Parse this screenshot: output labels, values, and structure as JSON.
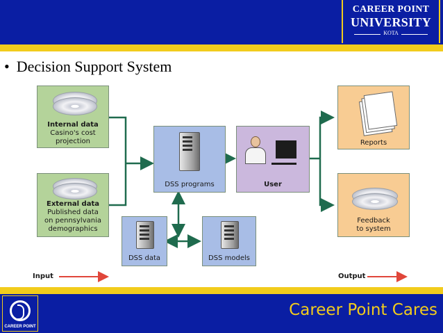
{
  "header": {
    "university_line1": "CAREER POINT",
    "university_line2": "UNIVERSITY",
    "university_line3": "KOTA"
  },
  "slide": {
    "bullet": "•",
    "title": "Decision Support System"
  },
  "diagram": {
    "internal_data": {
      "title": "Internal data",
      "line1": "Casino's cost",
      "line2": "projection"
    },
    "external_data": {
      "title": "External data",
      "line1": "Published data",
      "line2": "on pennsylvania",
      "line3": "demographics"
    },
    "dss_programs": "DSS programs",
    "user": "User",
    "dss_data": "DSS data",
    "dss_models": "DSS models",
    "reports": "Reports",
    "feedback": {
      "line1": "Feedback",
      "line2": "to system"
    },
    "input_label": "Input",
    "output_label": "Output"
  },
  "footer": {
    "logo_text": "CAREER POINT",
    "tagline": "Career Point Cares"
  },
  "colors": {
    "header_blue": "#0a1ea3",
    "accent_yellow": "#f2cc1c",
    "green_box": "#b4d39a",
    "blue_box": "#a8bde6",
    "lilac_box": "#cbb8dd",
    "orange_box": "#f8cc93",
    "arrow_green": "#1f6b4e",
    "arrow_red": "#e0463a"
  }
}
